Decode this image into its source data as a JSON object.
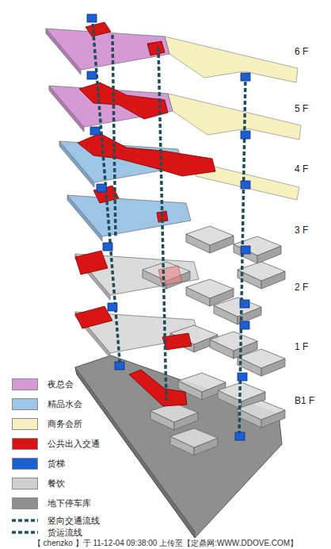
{
  "diagram": {
    "labels": [
      "6 F",
      "5 F",
      "4 F",
      "3 F",
      "2 F",
      "1 F",
      "B1 F",
      "【 chenzko 】于 11-12-04 09:38:00 上传至【定鼎网:WWW.DDOVE.COM】"
    ],
    "legend": [
      {
        "text": "夜总会",
        "color": "#d59ad6"
      },
      {
        "text": "精品水会",
        "color": "#9ec4e6"
      },
      {
        "text": "商务会所",
        "color": "#f6f0bf"
      },
      {
        "text": "公共出入交通",
        "color": "#d81414"
      },
      {
        "text": "货梯",
        "color": "#1c5fd1"
      },
      {
        "text": "餐饮",
        "color": "#cfcfcf"
      },
      {
        "text": "地下停车库",
        "color": "#8f8f8f"
      },
      {
        "text": "竖向交通流线"
      },
      {
        "text": "货运流线"
      }
    ]
  }
}
